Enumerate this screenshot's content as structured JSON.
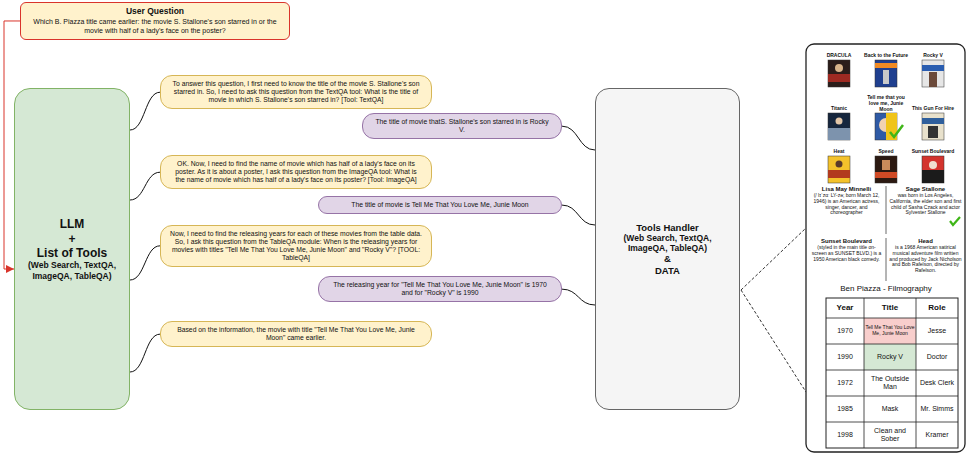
{
  "diagram": {
    "nodes": [
      {
        "text": [
          "User Question",
          "Which B. Piazza title came earlier: the movie S. Stallone's son starred in or the movie with half of a lady's face on the poster?"
        ]
      },
      {
        "text": [
          "LLM",
          "+",
          "List of Tools",
          "(Web Search, TextQA, ImageQA, TableQA)"
        ]
      },
      {
        "text": [
          "To answer this question, I first need to know the title of the movie S. Stallone's son starred in. So, I need to ask this question from the TextQA tool: What is the title of movie in which S. Stallone's son starred in? [Tool: TextQA]"
        ]
      },
      {
        "text": [
          "The title of movie thatS. Stallone's son starred in is Rocky V."
        ]
      },
      {
        "text": [
          "OK. Now, I need to find the name of movie which has half of a lady's face on its poster. As it is about a poster, I ask this question from the ImageQA tool: What is the name of movie which has half of a lady's face on its poster? [Tool: ImageQA]"
        ]
      },
      {
        "text": [
          "The title of movie is Tell Me That You Love Me, Junie Moon"
        ]
      },
      {
        "text": [
          "Now, I need to find the releasing years for each of these movies from the table data. So, I ask this question from the TableQA module: When is the releasing years for movies with titles \"Tell Me That You Love Me, Junie Moon\" and \"Rocky V\"? [TOOL: TableQA]"
        ]
      },
      {
        "text": [
          "The releasing year for \"Tell Me That You Love Me, Junie Moon\" is 1970 and for \"Rocky V\" is 1990"
        ]
      },
      {
        "text": [
          "Based on the information, the movie with title \"Tell Me That You Love Me, Junie Moon\"  came earlier."
        ]
      },
      {
        "text": [
          "Tools Handler",
          "(Web Search, TextQA, ImageQA, TableQA)",
          "&",
          "DATA"
        ]
      }
    ],
    "edges": [
      {
        "from": 0,
        "to": 1,
        "arrow": "to"
      },
      {
        "from": 1,
        "to": 2,
        "arrow": "none"
      },
      {
        "from": 9,
        "to": 3,
        "arrow": "none"
      },
      {
        "from": 1,
        "to": 4,
        "arrow": "none"
      },
      {
        "from": 9,
        "to": 5,
        "arrow": "none"
      },
      {
        "from": 1,
        "to": 6,
        "arrow": "none"
      },
      {
        "from": 9,
        "to": 7,
        "arrow": "none"
      },
      {
        "from": 1,
        "to": 8,
        "arrow": "none"
      }
    ],
    "labels": [
      "DRACULA",
      "Back to the Future",
      "Rocky V",
      "Titanic",
      "Tell me that you love me, Junie Moon",
      "This Gun For Hire",
      "Heat",
      "Speed",
      "Sunset Boulevard",
      "Lisa May Minnelli",
      "(/ lɪˈzɑː LY-zə; born March 12, 1946) is an American actress, singer, dancer, and choreographer",
      "Sage Stallone",
      "was born in Los Angeles, California, the elder son and first child of Sasha Czack and actor Sylvester Stallone",
      "Sunset Boulevard",
      "(styled in the main title on-screen as SUNSET BLVD.) is a 1950 American black comedy.",
      "Head",
      "is a 1968 American satirical musical adventure film written and produced by Jack Nicholson and Bob Rafelson, directed by Rafelson.",
      "Ben Piazza - Filmography",
      "Year",
      "Title",
      "Role",
      "1970",
      "Tell Me That You Love Me, Junie Moon",
      "Jesse",
      "1990",
      "Rocky V",
      "Doctor",
      "1972",
      "The Outside Man",
      "Desk Clerk",
      "1985",
      "Mask",
      "Mr. Simms",
      "1998",
      "Clean and Sober",
      "Kramer"
    ]
  }
}
